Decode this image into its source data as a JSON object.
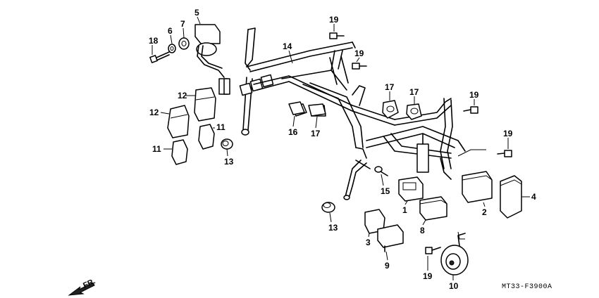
{
  "diagram": {
    "code": "MT33-F3900A",
    "direction_label": "FR.",
    "callouts": {
      "c1": "1",
      "c2": "2",
      "c3": "3",
      "c4": "4",
      "c5": "5",
      "c6": "6",
      "c7": "7",
      "c8": "8",
      "c9": "9",
      "c10": "10",
      "c11a": "11",
      "c11b": "11",
      "c12a": "12",
      "c12b": "12",
      "c13a": "13",
      "c13b": "13",
      "c14": "14",
      "c15": "15",
      "c16": "16",
      "c17a": "17",
      "c17b": "17",
      "c17c": "17",
      "c18": "18",
      "c19a": "19",
      "c19b": "19",
      "c19c": "19",
      "c19d": "19",
      "c19e": "19"
    }
  }
}
